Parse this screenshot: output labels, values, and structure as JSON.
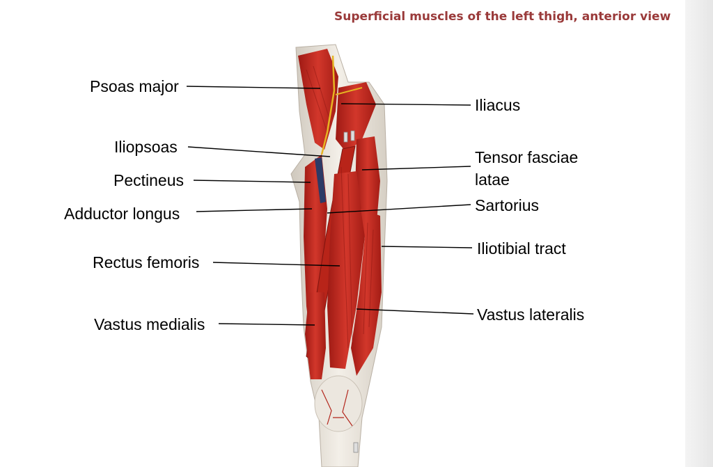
{
  "title": "Superficial muscles of the left thigh, anterior view",
  "labels_left": [
    "Psoas major",
    "Iliopsoas",
    "Pectineus",
    "Adductor longus",
    "Rectus femoris",
    "Vastus medialis"
  ],
  "labels_right": [
    "Iliacus",
    "Tensor fasciae",
    "latae",
    "Sartorius",
    "Iliotibial tract",
    "Vastus lateralis"
  ],
  "colors": {
    "muscle": "#c0261d",
    "muscle_dark": "#8e1712",
    "tendon": "#e8e2d8",
    "title": "#9a3a3a",
    "leader": "#000000"
  }
}
